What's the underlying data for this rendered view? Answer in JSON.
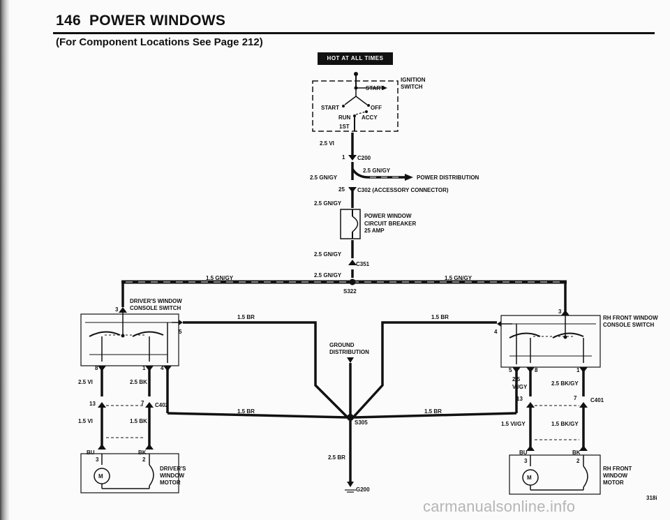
{
  "page": {
    "page_number": "146",
    "section_title": "POWER WINDOWS",
    "subtitle": "(For Component Locations See Page 212)",
    "figure_code": "318i",
    "watermark": "carmanualsonline.info"
  },
  "diagram": {
    "hot_label": "HOT AT ALL TIMES",
    "ignition_switch": {
      "title": "IGNITION",
      "title2": "SWITCH",
      "positions": [
        "START",
        "START",
        "OFF",
        "RUN",
        "ACCY",
        "1ST"
      ]
    },
    "wires": {
      "ign_out": "2.5 VI",
      "c200_pin": "1",
      "c200": "C200",
      "to_c302": "2.5 GN/GY",
      "power_dist_wire": "2.5 GN/GY",
      "power_dist": "POWER DISTRIBUTION",
      "c302_pin": "25",
      "c302": "C302 (ACCESSORY CONNECTOR)",
      "to_breaker": "2.5 GN/GY",
      "from_breaker": "2.5 GN/GY",
      "c351": "C351",
      "to_s322": "2.5 GN/GY",
      "bus_left": "1.5 GN/GY",
      "bus_right": "1.5 GN/GY",
      "s322": "S322",
      "ground_dist": "GROUND",
      "ground_dist2": "DISTRIBUTION",
      "top_left_br": "1.5 BR",
      "top_right_br": "1.5 BR",
      "mid_left_br": "1.5 BR",
      "mid_right_br": "1.5 BR",
      "s305": "S305",
      "ground_wire": "2.5 BR",
      "g200": "G200"
    },
    "breaker": {
      "line1": "POWER WINDOW",
      "line2": "CIRCUIT BREAKER",
      "rating": "25 AMP"
    },
    "left_switch": {
      "title1": "DRIVER'S WINDOW",
      "title2": "CONSOLE SWITCH",
      "pin_in": "3",
      "pin_out": "5",
      "pin_a": "8",
      "pin_b": "1",
      "pin_c": "4",
      "wire_a": "2.5 VI",
      "wire_b": "2.5 BK",
      "c402_pin_a": "13",
      "c402_pin_b": "7",
      "c402": "C402",
      "wire_c": "1.5 VI",
      "wire_d": "1.5 BK"
    },
    "left_motor": {
      "title1": "DRIVER'S",
      "title2": "WINDOW",
      "title3": "MOTOR",
      "bu": "BU",
      "bk": "BK",
      "pin_a": "3",
      "pin_b": "2",
      "symbol": "M"
    },
    "right_switch": {
      "title1": "RH FRONT WINDOW",
      "title2": "CONSOLE SWITCH",
      "pin_in": "3",
      "pin_out": "4",
      "pin_a": "5",
      "pin_b": "8",
      "pin_c": "1",
      "wire_a1": "2.5",
      "wire_a2": "VI/GY",
      "wire_b": "2.5 BK/GY",
      "c401_pin_a": "13",
      "c401_pin_b": "7",
      "c401": "C401",
      "wire_c": "1.5 VI/GY",
      "wire_d": "1.5 BK/GY"
    },
    "right_motor": {
      "title1": "RH FRONT",
      "title2": "WINDOW",
      "title3": "MOTOR",
      "bu": "BU",
      "bk": "BK",
      "pin_a": "3",
      "pin_b": "2",
      "symbol": "M"
    }
  }
}
